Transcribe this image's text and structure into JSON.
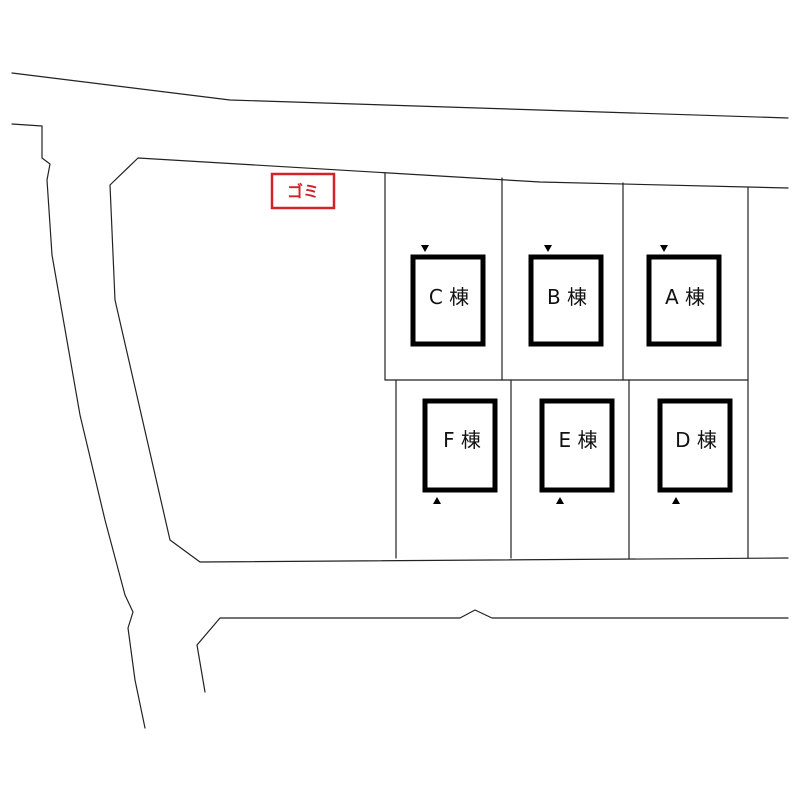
{
  "colors": {
    "gomi": "#d2232a",
    "building": "#000000",
    "line": "#222222"
  },
  "gomi": {
    "label": "ゴミ"
  },
  "buildings": {
    "a": {
      "label": "A 棟"
    },
    "b": {
      "label": "B 棟"
    },
    "c": {
      "label": "C 棟"
    },
    "d": {
      "label": "D 棟"
    },
    "e": {
      "label": "E 棟"
    },
    "f": {
      "label": "F 棟"
    }
  }
}
